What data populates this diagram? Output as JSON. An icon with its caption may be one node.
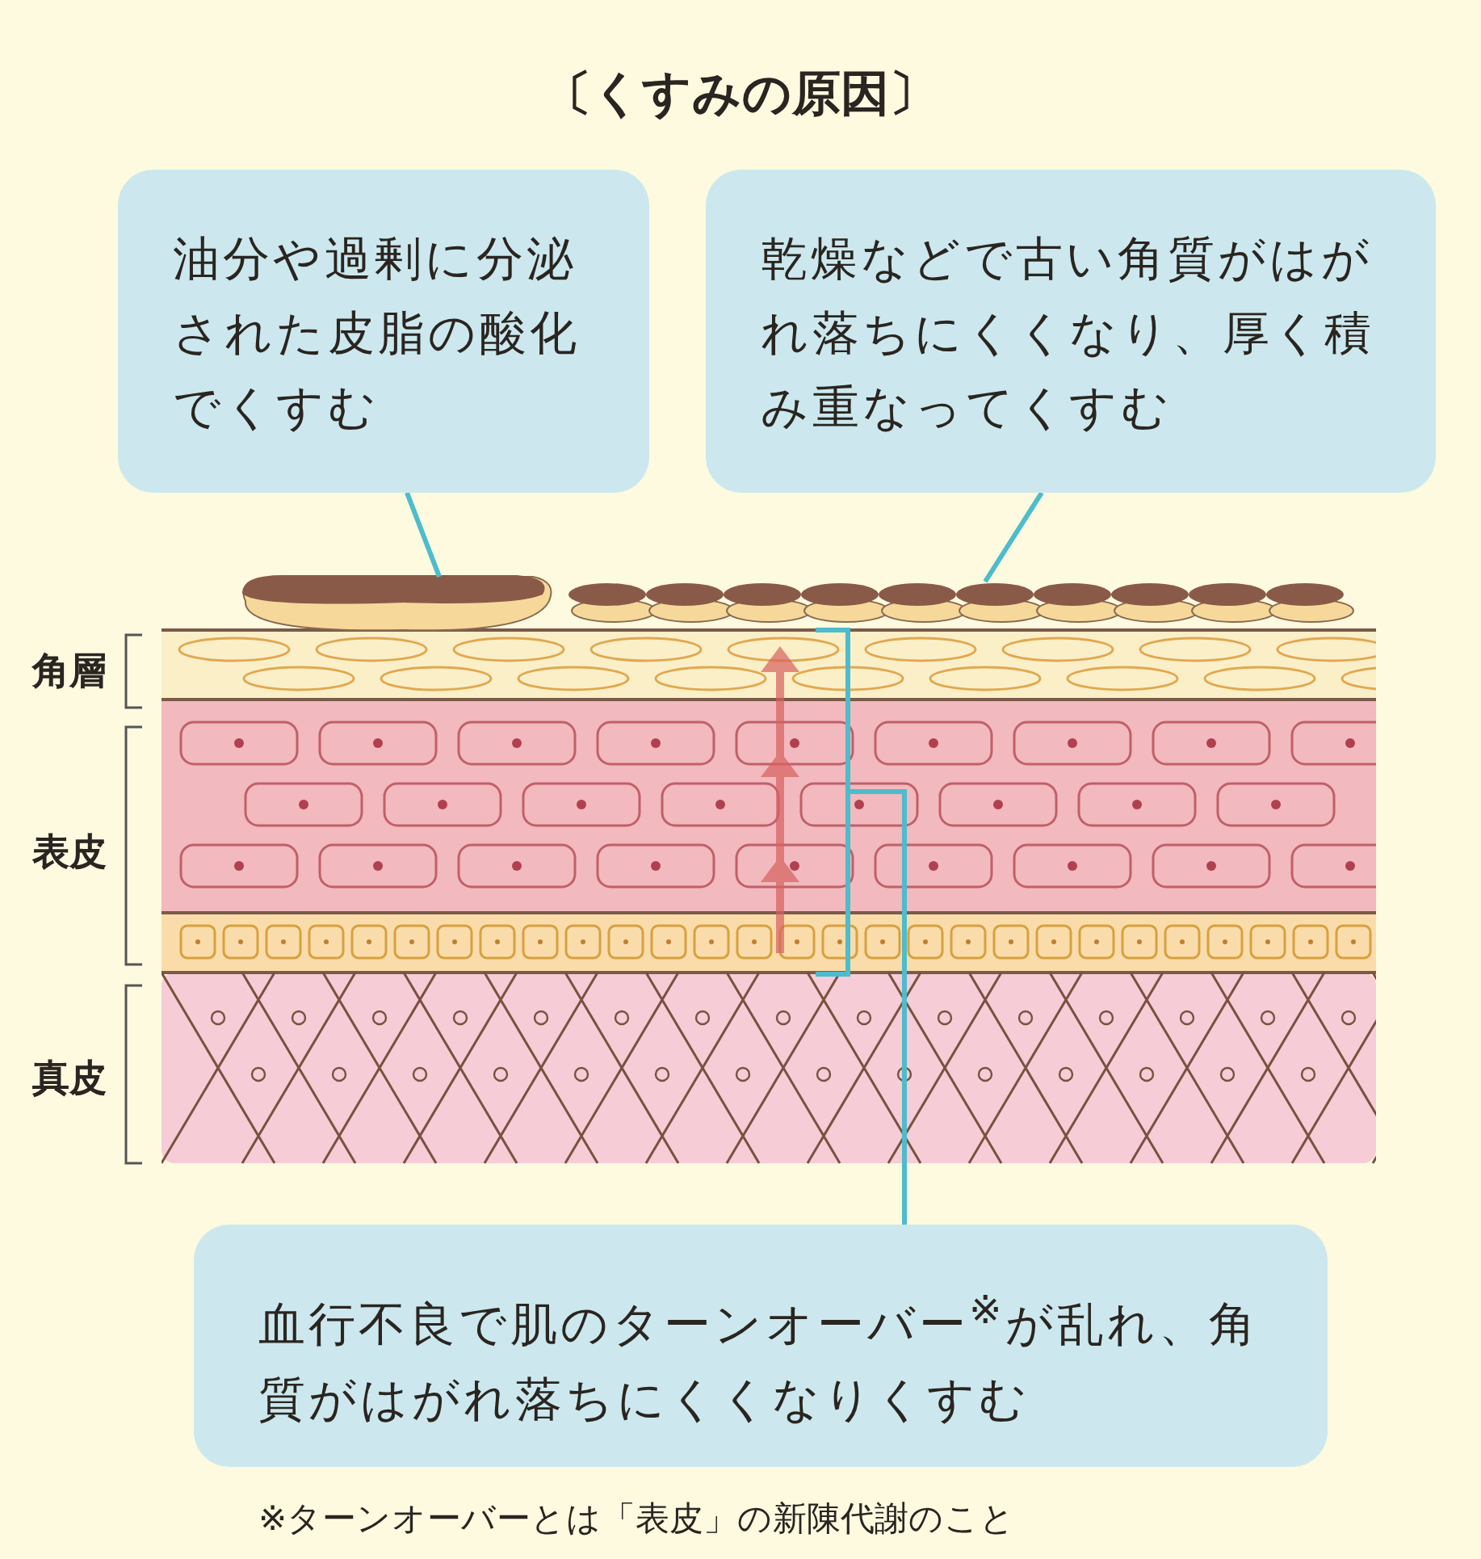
{
  "diagram": {
    "title": "〔くすみの原因〕",
    "nodes": [
      {
        "text": [
          "油分や過剰に分泌された皮脂の酸化でくすむ"
        ]
      },
      {
        "text": [
          "乾燥などで古い角質がはがれ落ちにくくなり、厚く積み重なってくすむ"
        ]
      },
      {
        "text": [],
        "shape": "picture"
      },
      {
        "text": [],
        "shape": "picture"
      },
      {
        "text": [
          "血行不良で肌のターンオーバー$^{※}$が乱れ、角質がはがれ落ちにくくなりくすむ"
        ]
      },
      {
        "text": [],
        "shape": "bracket"
      }
    ],
    "edges": [
      {
        "from": 0,
        "to": 2,
        "arrow": "none"
      },
      {
        "from": 1,
        "to": 3,
        "arrow": "none"
      },
      {
        "from": 4,
        "to": 5,
        "arrow": "none"
      }
    ],
    "labels": [
      "角層",
      "表皮",
      "真皮",
      "※ターンオーバーとは「表皮」の新陳代謝のこと"
    ]
  }
}
